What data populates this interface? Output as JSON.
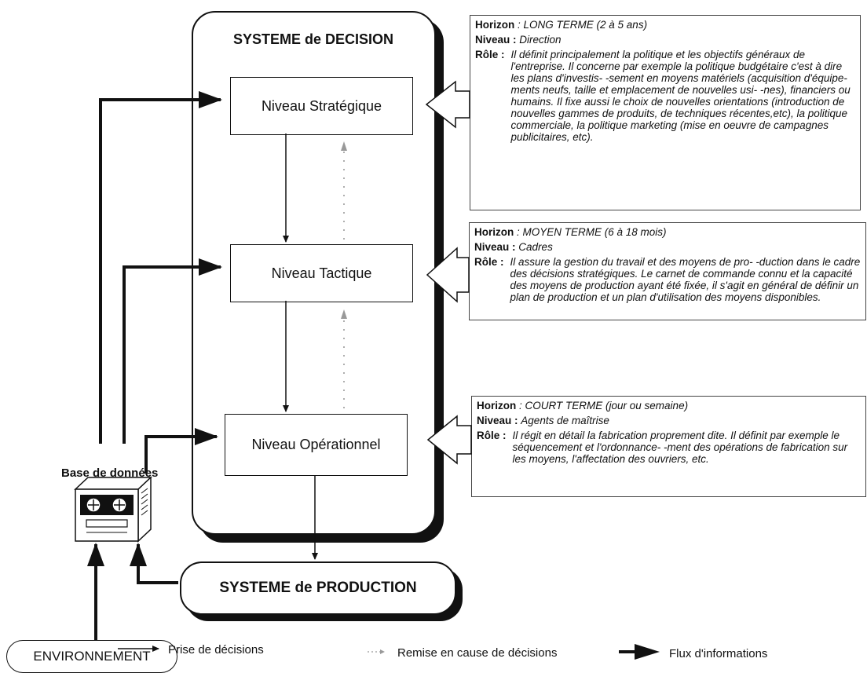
{
  "decision_system": {
    "title": "SYSTEME de DECISION"
  },
  "levels": [
    {
      "label": "Niveau Stratégique"
    },
    {
      "label": "Niveau Tactique"
    },
    {
      "label": "Niveau Opérationnel"
    }
  ],
  "info_boxes": [
    {
      "horizon_label": "Horizon",
      "horizon_value": ": LONG TERME (2 à 5 ans)",
      "niveau_label": "Niveau :",
      "niveau_value": "Direction",
      "role_label": "Rôle :",
      "role_text": "Il définit principalement la politique et les objectifs généraux de l'entreprise. Il concerne par exemple la politique budgétaire c'est à dire les plans d'investis- -sement en moyens matériels (acquisition d'équipe- ments neufs, taille et emplacement de nouvelles usi- -nes), financiers ou humains. Il fixe aussi le choix de nouvelles orientations (introduction de nouvelles gammes de produits, de techniques récentes,etc), la politique commerciale, la politique marketing (mise en oeuvre de campagnes publicitaires, etc)."
    },
    {
      "horizon_label": "Horizon",
      "horizon_value": ": MOYEN TERME (6 à 18 mois)",
      "niveau_label": "Niveau :",
      "niveau_value": "Cadres",
      "role_label": "Rôle :",
      "role_text": "Il assure la gestion du travail et des moyens de pro- -duction dans le cadre des décisions stratégiques. Le carnet de commande connu et la capacité des moyens de production ayant été fixée, il s'agit en général de définir un plan de production et un plan d'utilisation des moyens disponibles."
    },
    {
      "horizon_label": "Horizon",
      "horizon_value": ": COURT TERME (jour ou semaine)",
      "niveau_label": "Niveau :",
      "niveau_value": "Agents de maîtrise",
      "role_label": "Rôle :",
      "role_text": "Il régit en détail la fabrication proprement dite. Il définit par exemple le séquencement et l'ordonnance- -ment des opérations de fabrication sur les moyens, l'affectation des ouvriers, etc."
    }
  ],
  "database": {
    "label": "Base de données"
  },
  "production_system": {
    "label": "SYSTEME de PRODUCTION"
  },
  "environment": {
    "label": "ENVIRONNEMENT"
  },
  "legend": [
    {
      "label": "Prise de décisions"
    },
    {
      "label": "Remise en cause de décisions"
    },
    {
      "label": "Flux d'informations"
    }
  ]
}
